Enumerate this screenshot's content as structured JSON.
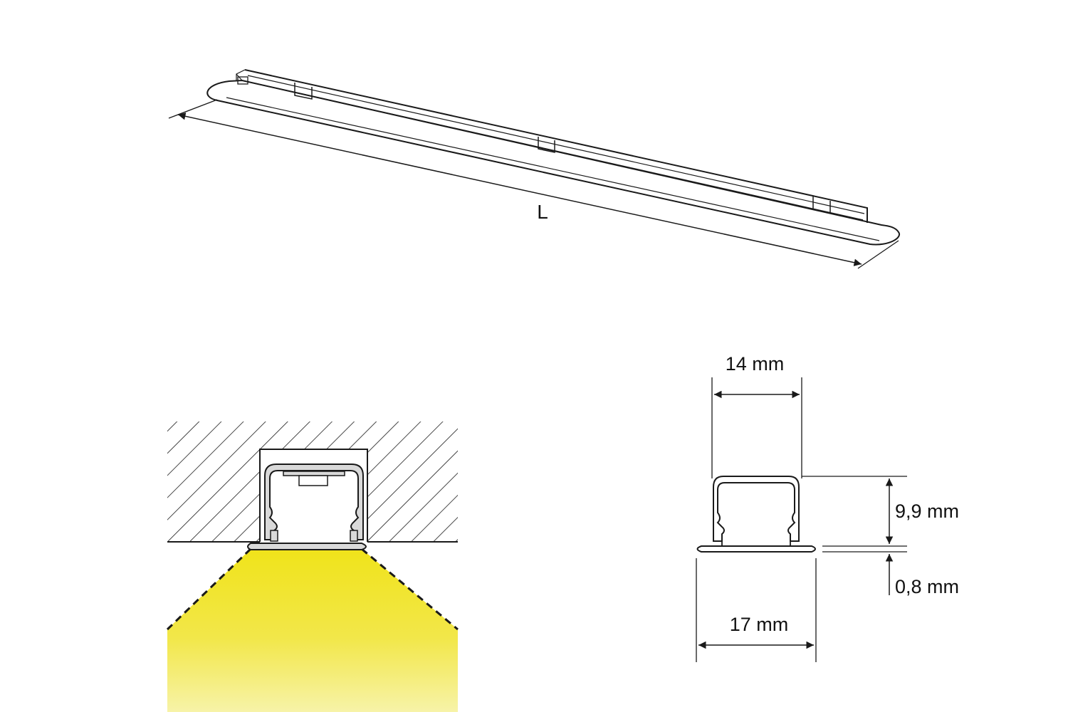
{
  "labels": {
    "length": "L",
    "inner_width": "14 mm",
    "height": "9,9 mm",
    "flange": "0,8 mm",
    "outer_width": "17 mm"
  },
  "colors": {
    "line": "#1a1a1a",
    "light_top": "#f0e31a",
    "light_bottom": "#f7f3a8",
    "profile_fill": "#d9d9d9"
  }
}
